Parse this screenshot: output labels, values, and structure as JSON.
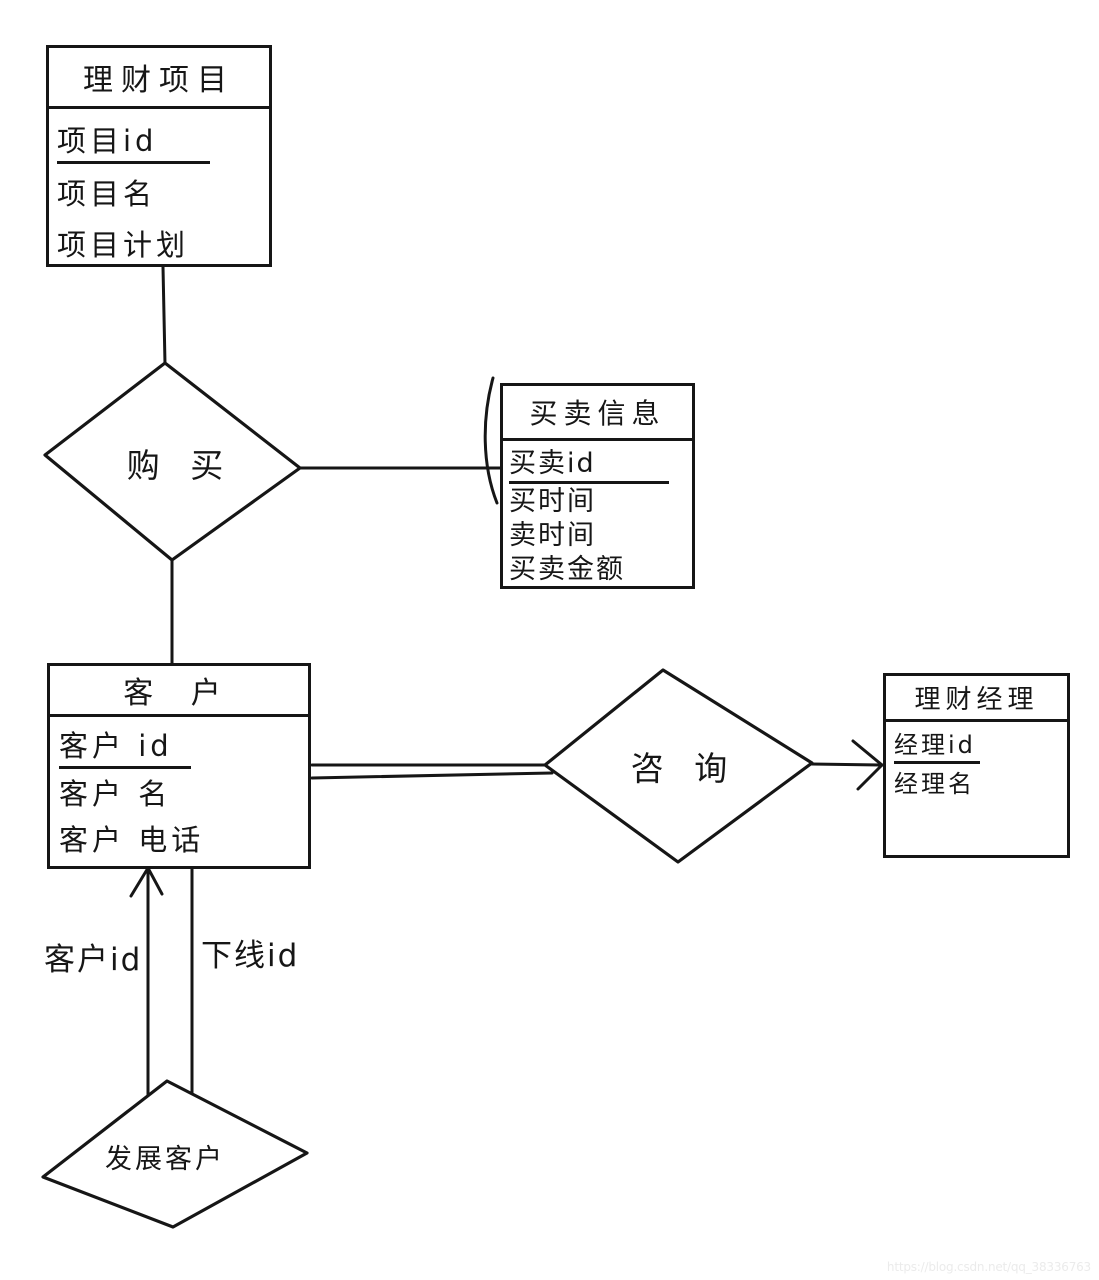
{
  "page": {
    "background": "#ffffff",
    "ink_color": "#161616",
    "watermark": "https://blog.csdn.net/qq_38336763"
  },
  "entities": {
    "project": {
      "title": "理财项目",
      "attrs": [
        "项目id",
        "项目名",
        "项目计划"
      ]
    },
    "trade_info": {
      "title": "买卖信息",
      "attrs": [
        "买卖id",
        "买时间",
        "卖时间",
        "买卖金额"
      ]
    },
    "customer": {
      "title": "客 户",
      "attrs": [
        "客户 id",
        "客户 名",
        "客户 电话"
      ]
    },
    "manager": {
      "title": "理财经理",
      "attrs": [
        "经理id",
        "经理名"
      ]
    }
  },
  "relationships": {
    "purchase": "购 买",
    "consult": "咨 询",
    "develop": "发展客户"
  },
  "edge_labels": {
    "customer_id": "客户id",
    "downline_id": "下线id"
  }
}
